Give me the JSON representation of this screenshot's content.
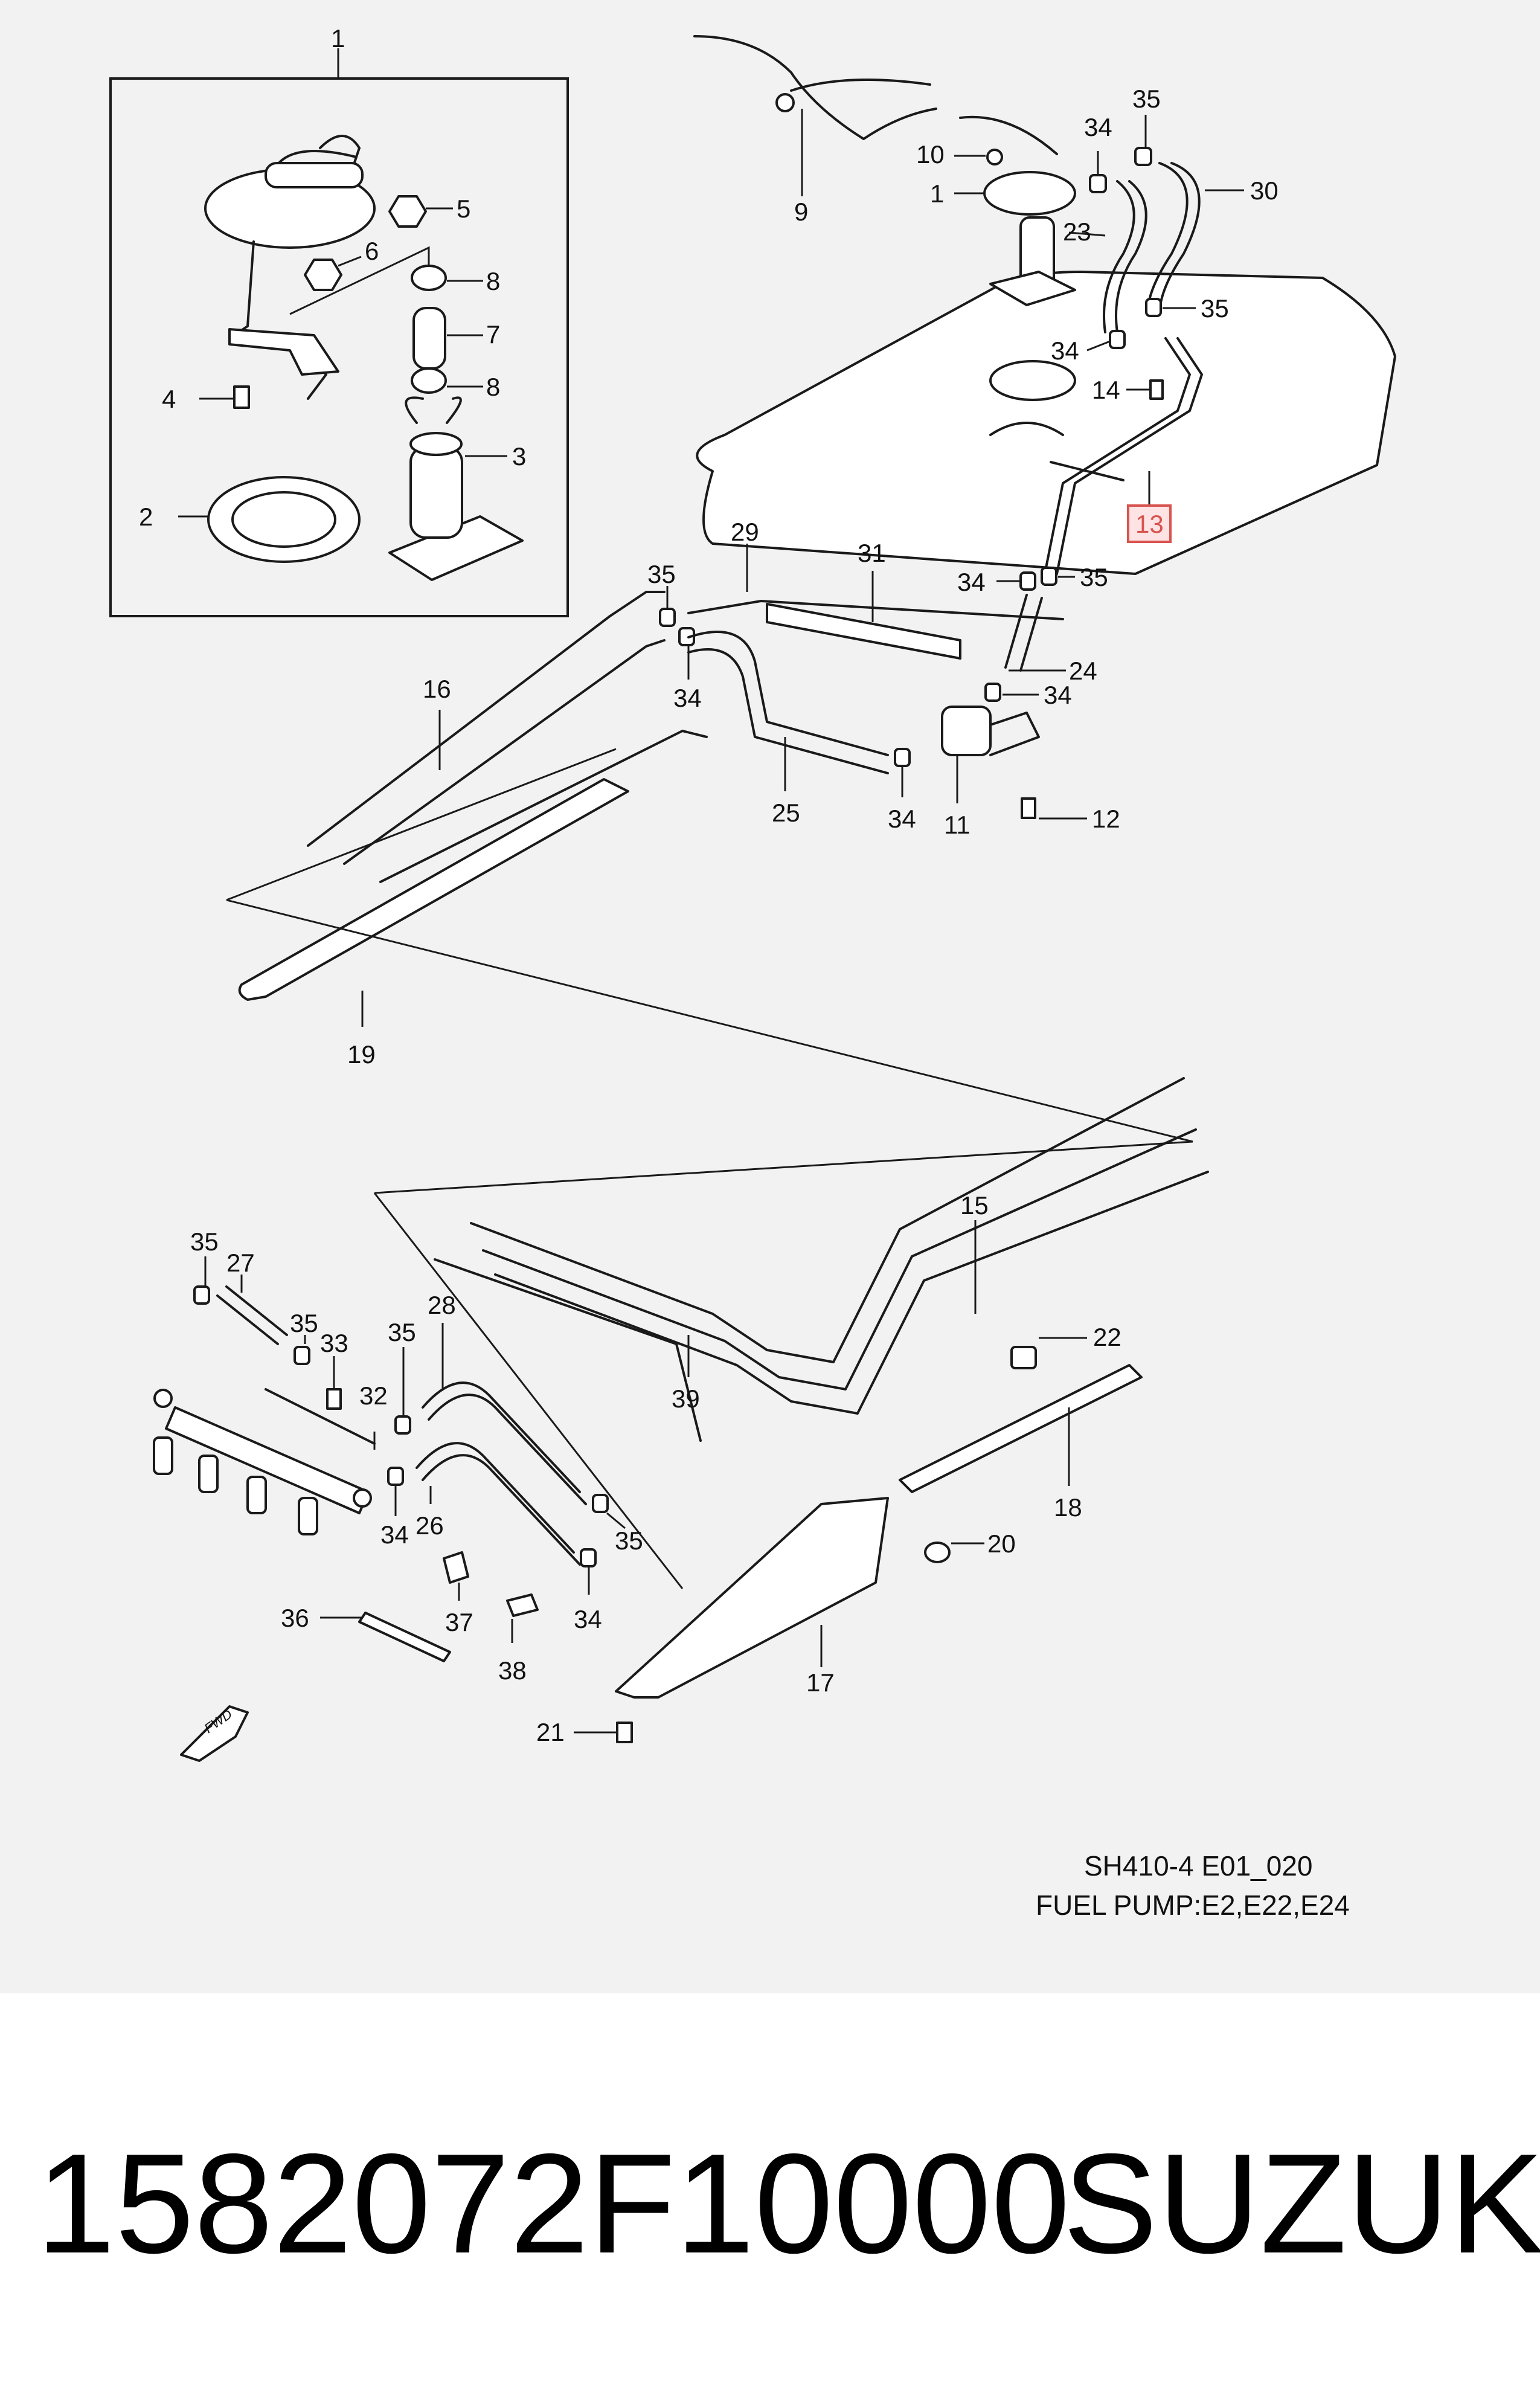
{
  "diagram": {
    "caption_code": "SH410-4 E01_020",
    "caption_title": "FUEL PUMP:E2,E22,E24",
    "highlighted_callout": "13",
    "fwd_label": "FWD",
    "callouts": {
      "inset_1": "1",
      "c2": "2",
      "c3": "3",
      "c4": "4",
      "c5": "5",
      "c6": "6",
      "c7": "7",
      "c8a": "8",
      "c8b": "8",
      "c9": "9",
      "c10": "10",
      "c1_top": "1",
      "c11": "11",
      "c12": "12",
      "c14": "14",
      "c15": "15",
      "c16": "16",
      "c17": "17",
      "c18": "18",
      "c19": "19",
      "c20": "20",
      "c21": "21",
      "c22": "22",
      "c23": "23",
      "c24": "24",
      "c25": "25",
      "c26": "26",
      "c27": "27",
      "c28": "28",
      "c29": "29",
      "c30": "30",
      "c31": "31",
      "c32": "32",
      "c33": "33",
      "c34a": "34",
      "c34b": "34",
      "c34c": "34",
      "c34d": "34",
      "c34e": "34",
      "c34f": "34",
      "c34g": "34",
      "c34h": "34",
      "c35a": "35",
      "c35b": "35",
      "c35c": "35",
      "c35d": "35",
      "c35e": "35",
      "c35f": "35",
      "c35g": "35",
      "c35h": "35",
      "c36": "36",
      "c37": "37",
      "c38": "38",
      "c39": "39"
    }
  },
  "footer": {
    "part_number": "1582072F10000",
    "brand": "SUZUKI"
  }
}
